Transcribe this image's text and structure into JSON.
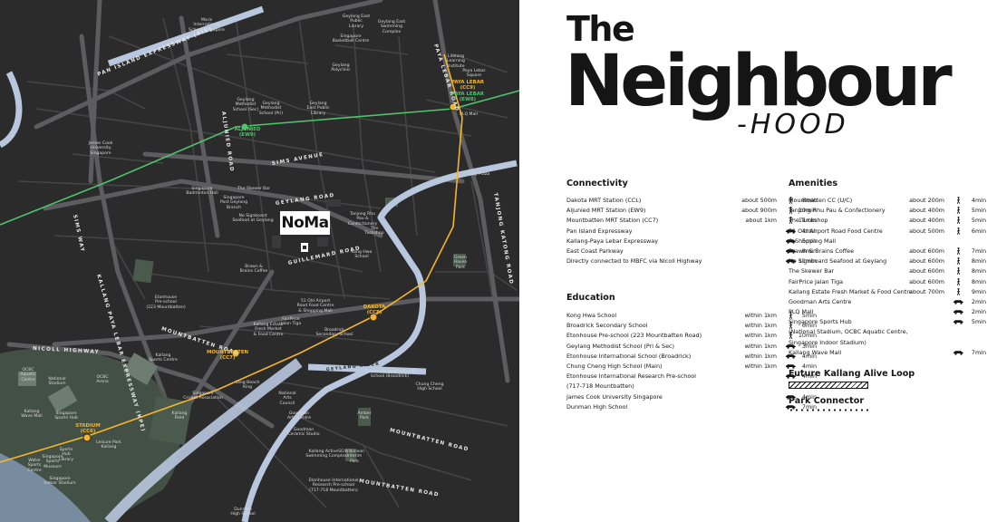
{
  "title": {
    "line1": "The",
    "line2": "Neighbour",
    "line3": "-HOOD"
  },
  "colors": {
    "map_bg": "#2b2b2c",
    "park": "#4a5a4c",
    "river": "#b8c7de",
    "mrt_yellow": "#f5b42e",
    "mrt_green": "#4fc36b"
  },
  "connectivity": {
    "title": "Connectivity",
    "items": [
      {
        "name": "Dakota MRT Station (CCL)",
        "dist": "about 500m",
        "mode": "walk-icon",
        "time": "8min"
      },
      {
        "name": "Aljunied MRT Station (EW9)",
        "dist": "about 900m",
        "mode": "walk-icon",
        "time": "10min"
      },
      {
        "name": "Mountbatten MRT Station (CC7)",
        "dist": "about 1km",
        "mode": "walk-icon",
        "time": "11min"
      },
      {
        "name": "Pan Island Expressway",
        "dist": "",
        "mode": "car-icon",
        "time": "4min"
      },
      {
        "name": "Kallang-Paya Lebar Expressway",
        "dist": "",
        "mode": "car-icon",
        "time": "5min"
      },
      {
        "name": "East Coast Parkway",
        "dist": "",
        "mode": "car-icon",
        "time": "8min"
      },
      {
        "name": "Directly connected to MBFC via Nicoll Highway",
        "dist": "",
        "mode": "car-icon",
        "time": "11min"
      }
    ]
  },
  "education": {
    "title": "Education",
    "items": [
      {
        "name": "Kong Hwa School",
        "dist": "within 1km",
        "mode": "walk-icon",
        "time": "5min"
      },
      {
        "name": "Broadrick Secondary School",
        "dist": "within 1km",
        "mode": "walk-icon",
        "time": "6min"
      },
      {
        "name": "Etonhouse Pre-school (223 Mountbatten Road)",
        "dist": "within 1km",
        "mode": "walk-icon",
        "time": "10min"
      },
      {
        "name": "Geylang Methodist School (Pri & Sec)",
        "dist": "within 1km",
        "mode": "car-icon",
        "time": "3min"
      },
      {
        "name": "Etonhouse International School (Broadrick)",
        "dist": "within 1km",
        "mode": "car-icon",
        "time": "4min"
      },
      {
        "name": "Chung Cheng High School (Main)",
        "dist": "within 1km",
        "mode": "car-icon",
        "time": "4min"
      },
      {
        "name": "Etonhouse International Research Pre-school",
        "dist": "",
        "mode": "car-icon",
        "time": "4min"
      },
      {
        "name": "(717-718 Mountbatten)",
        "dist": "",
        "mode": "",
        "time": ""
      },
      {
        "name": "James Cook University Singapore",
        "dist": "",
        "mode": "car-icon",
        "time": "4min"
      },
      {
        "name": "Dunman High School",
        "dist": "",
        "mode": "car-icon",
        "time": "7min"
      }
    ]
  },
  "amenities": {
    "title": "Amenities",
    "items": [
      {
        "name": "Mountbatten CC (U/C)",
        "dist": "about 200m",
        "mode": "walk-icon",
        "time": "4min"
      },
      {
        "name": "Tanjong Rhu Pau & Confectionery",
        "dist": "about 400m",
        "mode": "walk-icon",
        "time": "5min"
      },
      {
        "name": "The Tuckshop",
        "dist": "about 400m",
        "mode": "walk-icon",
        "time": "5min"
      },
      {
        "name": "51 Old Airport Road Food Centre",
        "dist": "about 500m",
        "mode": "walk-icon",
        "time": "6min"
      },
      {
        "name": "& Shopping Mall",
        "dist": "",
        "mode": "",
        "time": ""
      },
      {
        "name": "Brawn & Brains Coffee",
        "dist": "about 600m",
        "mode": "walk-icon",
        "time": "7min"
      },
      {
        "name": "No Signboard Seafood at Geylang",
        "dist": "about 600m",
        "mode": "walk-icon",
        "time": "8min"
      },
      {
        "name": "The Skewer Bar",
        "dist": "about 600m",
        "mode": "walk-icon",
        "time": "8min"
      },
      {
        "name": "FairPrice Jalan Tiga",
        "dist": "about 600m",
        "mode": "walk-icon",
        "time": "8min"
      },
      {
        "name": "Kallang Estate Fresh Market & Food Centre",
        "dist": "about 700m",
        "mode": "walk-icon",
        "time": "9min"
      },
      {
        "name": "Goodman Arts Centre",
        "dist": "",
        "mode": "car-icon",
        "time": "2min"
      },
      {
        "name": "PLQ Mall",
        "dist": "",
        "mode": "car-icon",
        "time": "2min"
      },
      {
        "name": "Singapore Sports Hub",
        "dist": "",
        "mode": "car-icon",
        "time": "5min"
      },
      {
        "name": "(National Stadium, OCBC Aquatic Centre,",
        "dist": "",
        "mode": "",
        "time": ""
      },
      {
        "name": "Singapore Indoor Stadium)",
        "dist": "",
        "mode": "",
        "time": ""
      },
      {
        "name": "Kallang Wave Mall",
        "dist": "",
        "mode": "car-icon",
        "time": "7min"
      }
    ]
  },
  "legend": {
    "kallang": "Future Kallang Alive Loop",
    "park": "Park Connector"
  },
  "map": {
    "noma": "NoMa",
    "roads": [
      "PAN ISLAND EXPRESSWAY (PIE)",
      "SIMS AVENUE",
      "GEYLANG ROAD",
      "GUILLEMARD ROAD",
      "MOUNTBATTEN ROAD",
      "NICOLL HIGHWAY",
      "KALLANG PAYA LEBAR EXPRESSWAY (KPE)",
      "SIMS WAY",
      "ALJUNIED ROAD",
      "PAYA LEBAR ROAD",
      "TANJONG KATONG ROAD",
      "GEYLANG RIVER",
      "MOUNTBATTEN ROAD",
      "MOUNTBATTEN ROAD"
    ],
    "stations": [
      "ALJUNIED\n(EW9)",
      "PAYA LEBAR\n(CC9)",
      "PAYA LEBAR\n(EW8)",
      "DAKOTA\n(CC8)",
      "MOUNTBATTEN\n(CC7)",
      "STADIUM\n(CC6)"
    ],
    "places": [
      "Maris\nInternational\nSchool Singapore",
      "Geylang East\nPublic\nLibrary",
      "Geylang East\nSwimming\nComplex",
      "Singapore\nBasketball Centre",
      "Geylang\nPolyclinic",
      "Lifelong\nLearning\nInstitute",
      "Paya Lebar\nSquare",
      "PLQ Mall",
      "Geylang\nMethodist\nSchool (Sec)",
      "Geylang\nMethodist\nSchool (Pri)",
      "Geylang\nEast Public\nLibrary",
      "James Cook\nUniversity\nSingapore",
      "Singapore\nBadminton Hall",
      "The Skewer Bar",
      "Singapore\nPost Geylang\nBranch",
      "No Signboard\nSeafood at Geylang",
      "Tanjong Rhu\nPau &\nConfectionery",
      "The\nTuckshop",
      "City Plaza",
      "Kong Hwa\nSchool",
      "Brawn &\nBrains Coffee",
      "Green\nHaven\nPark",
      "Etonhouse\nPre-school\n(223 Mountbatten)",
      "51 Old Airport\nRoad Food Centre\n& Shopping Mall",
      "FairPrice\nJalan Tiga",
      "Kallang Estate\nFresh Market\n& Food Centre",
      "Broadrick\nSecondary School",
      "Etonhouse International\nSchool (Broadrick)",
      "Chung Cheng\nHigh School",
      "Kallang\nSports Centre",
      "Singapore\nCricket Association",
      "Long Beach\nKing",
      "National\nArts\nCouncil",
      "Goodman\nArts Centre",
      "Goodman\nCeramic Studio",
      "Amber\nPark",
      "Kallang\nField",
      "OCBC\nAquatic\nCentre",
      "National\nStadium",
      "OCBC\nArena",
      "Kallang\nWave Mall",
      "Singapore\nSports Hub",
      "Leisure Park\nKallang",
      "Sports\nHub\nLibrary",
      "Water\nSports\nCentre",
      "Singapore\nSports\nMuseum",
      "Singapore\nIndoor Stadium",
      "Kallang ActiveSG\nSwimming Complex",
      "Wilkinson\nInterim\nPark",
      "Etonhouse International\nResearch Pre-school\n(717-718 Mountbatten)",
      "Dunman\nHigh School"
    ]
  }
}
